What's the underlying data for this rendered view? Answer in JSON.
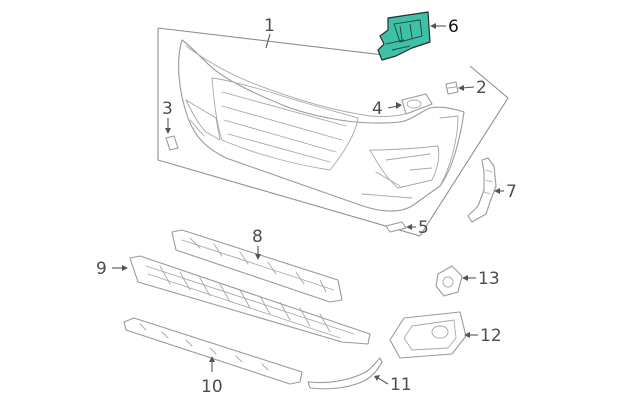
{
  "diagram": {
    "highlight_color": "#3fc1a8",
    "callouts": [
      {
        "id": "1",
        "label": "1"
      },
      {
        "id": "2",
        "label": "2"
      },
      {
        "id": "3",
        "label": "3"
      },
      {
        "id": "4",
        "label": "4"
      },
      {
        "id": "5",
        "label": "5"
      },
      {
        "id": "6",
        "label": "6",
        "highlighted": true
      },
      {
        "id": "7",
        "label": "7"
      },
      {
        "id": "8",
        "label": "8"
      },
      {
        "id": "9",
        "label": "9"
      },
      {
        "id": "10",
        "label": "10"
      },
      {
        "id": "11",
        "label": "11"
      },
      {
        "id": "12",
        "label": "12"
      },
      {
        "id": "13",
        "label": "13"
      }
    ]
  }
}
